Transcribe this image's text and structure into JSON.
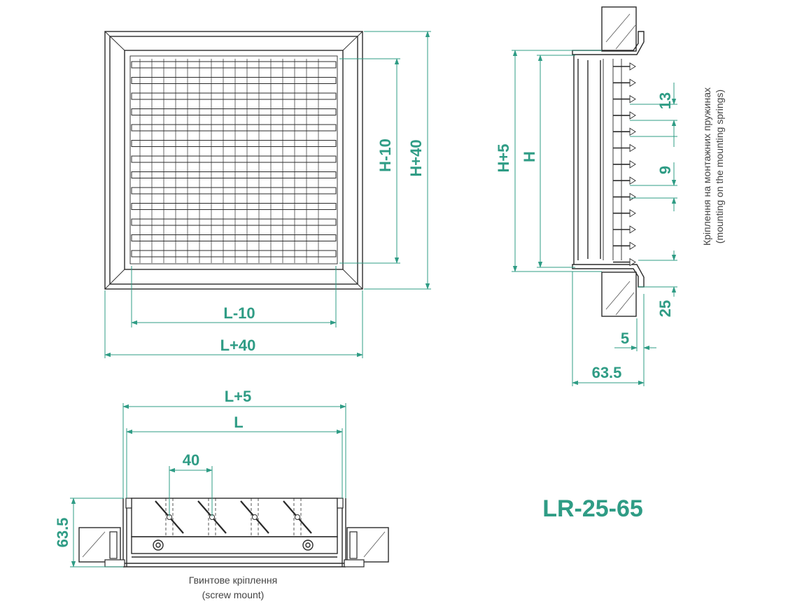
{
  "model": "LR-25-65",
  "front_view": {
    "dims": {
      "l_minus_10": "L-10",
      "l_plus_40": "L+40",
      "h_minus_10": "H-10",
      "h_plus_40": "H+40"
    }
  },
  "side_view": {
    "dims": {
      "h_plus_5": "H+5",
      "h": "H",
      "d13": "13",
      "d9": "9",
      "d25": "25",
      "d5": "5",
      "d63_5": "63.5"
    },
    "note_line1": "Кріплення на монтажних пружинах",
    "note_line2": "(mounting on the mounting springs)"
  },
  "top_view": {
    "dims": {
      "l_plus_5": "L+5",
      "l": "L",
      "d40": "40",
      "d63_5": "63.5"
    },
    "note_line1": "Гвинтове кріплення",
    "note_line2": "(screw mount)"
  },
  "colors": {
    "accent": "#2f9c85",
    "line": "#2a2a2a"
  }
}
